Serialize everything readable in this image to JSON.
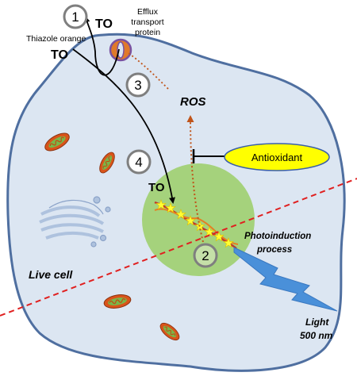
{
  "labels": {
    "step1": "1",
    "step2": "2",
    "step3": "3",
    "step4": "4",
    "to_top": "TO",
    "efflux_line1": "Efflux",
    "efflux_line2": "transport",
    "efflux_line3": "protein",
    "thiazole": "Thiazole orange",
    "to_left": "TO",
    "ros": "ROS",
    "to_nucleus": "TO",
    "antioxidant": "Antioxidant",
    "photo_line1": "Photoinduction",
    "photo_line2": "process",
    "live_cell": "Live cell",
    "light_line1": "Light",
    "light_line2": "500 nm"
  },
  "colors": {
    "cell_fill": "#dce6f2",
    "cell_stroke": "#4f6fa0",
    "nucleus": "#9ecf6f",
    "antioxidant_fill": "#ffff00",
    "antioxidant_stroke": "#3a5fa8",
    "ros_arrow": "#c0541a",
    "dashed_line": "#e02020",
    "light_bolt": "#4a90d9",
    "mito_outer": "#d9541a",
    "mito_inner": "#7ab648",
    "golgi": "#9fb5d6",
    "step_circle": "#7f7f7f",
    "protein_outer": "#e07a2a",
    "protein_inner": "#7a52a0"
  }
}
